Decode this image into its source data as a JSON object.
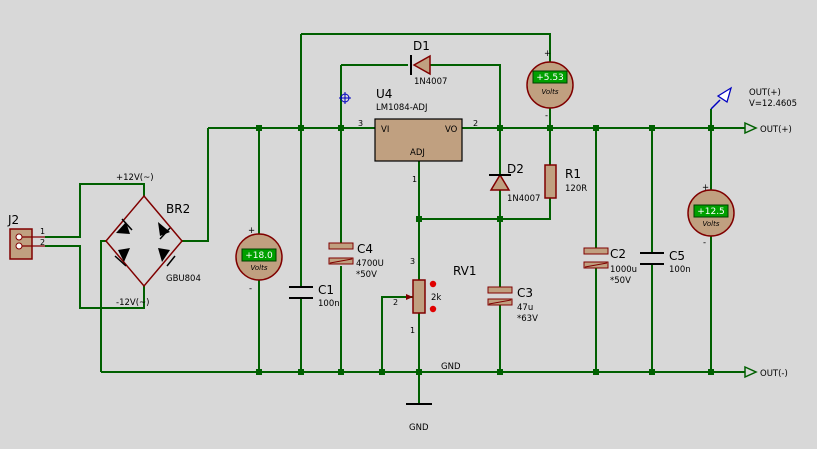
{
  "j2": {
    "ref": "J2",
    "pin1": "1",
    "pin2": "2"
  },
  "br2": {
    "ref": "BR2",
    "part": "GBU804",
    "ac_top": "+12V(~)",
    "ac_bottom": "-12V(~)"
  },
  "u4": {
    "ref": "U4",
    "part": "LM1084-ADJ",
    "vi": "VI",
    "vo": "VO",
    "adj": "ADJ",
    "pin3": "3",
    "pin2": "2",
    "pin1": "1"
  },
  "d1": {
    "ref": "D1",
    "part": "1N4007"
  },
  "d2": {
    "ref": "D2",
    "part": "1N4007"
  },
  "r1": {
    "ref": "R1",
    "value": "120R"
  },
  "rv1": {
    "ref": "RV1",
    "value": "2k",
    "pin3": "3",
    "pin2": "2",
    "pin1": "1"
  },
  "c1": {
    "ref": "C1",
    "value": "100n"
  },
  "c2": {
    "ref": "C2",
    "value": "1000u",
    "voltage": "*50V"
  },
  "c3": {
    "ref": "C3",
    "value": "47u",
    "voltage": "*63V"
  },
  "c4": {
    "ref": "C4",
    "value": "4700U",
    "voltage": "*50V"
  },
  "c5": {
    "ref": "C5",
    "value": "100n"
  },
  "meters": {
    "input": {
      "reading": "+18.0",
      "unit": "Volts",
      "plus": "+",
      "minus": "-"
    },
    "diode": {
      "reading": "+5.53",
      "unit": "Volts",
      "plus": "+",
      "minus": "-"
    },
    "output": {
      "reading": "+12.5",
      "unit": "Volts",
      "plus": "+",
      "minus": "-"
    }
  },
  "terminals": {
    "out_plus": "OUT(+)",
    "out_minus": "OUT(-)"
  },
  "probe": {
    "name": "OUT(+)",
    "reading": "V=12.4605"
  },
  "gnd": {
    "net_label": "GND",
    "symbol_label": "GND"
  },
  "colors": {
    "background": "#d8d8d8",
    "wire": "#006000",
    "body": "#c0a080",
    "outline": "#800000",
    "meter_lcd": "#00a000"
  }
}
